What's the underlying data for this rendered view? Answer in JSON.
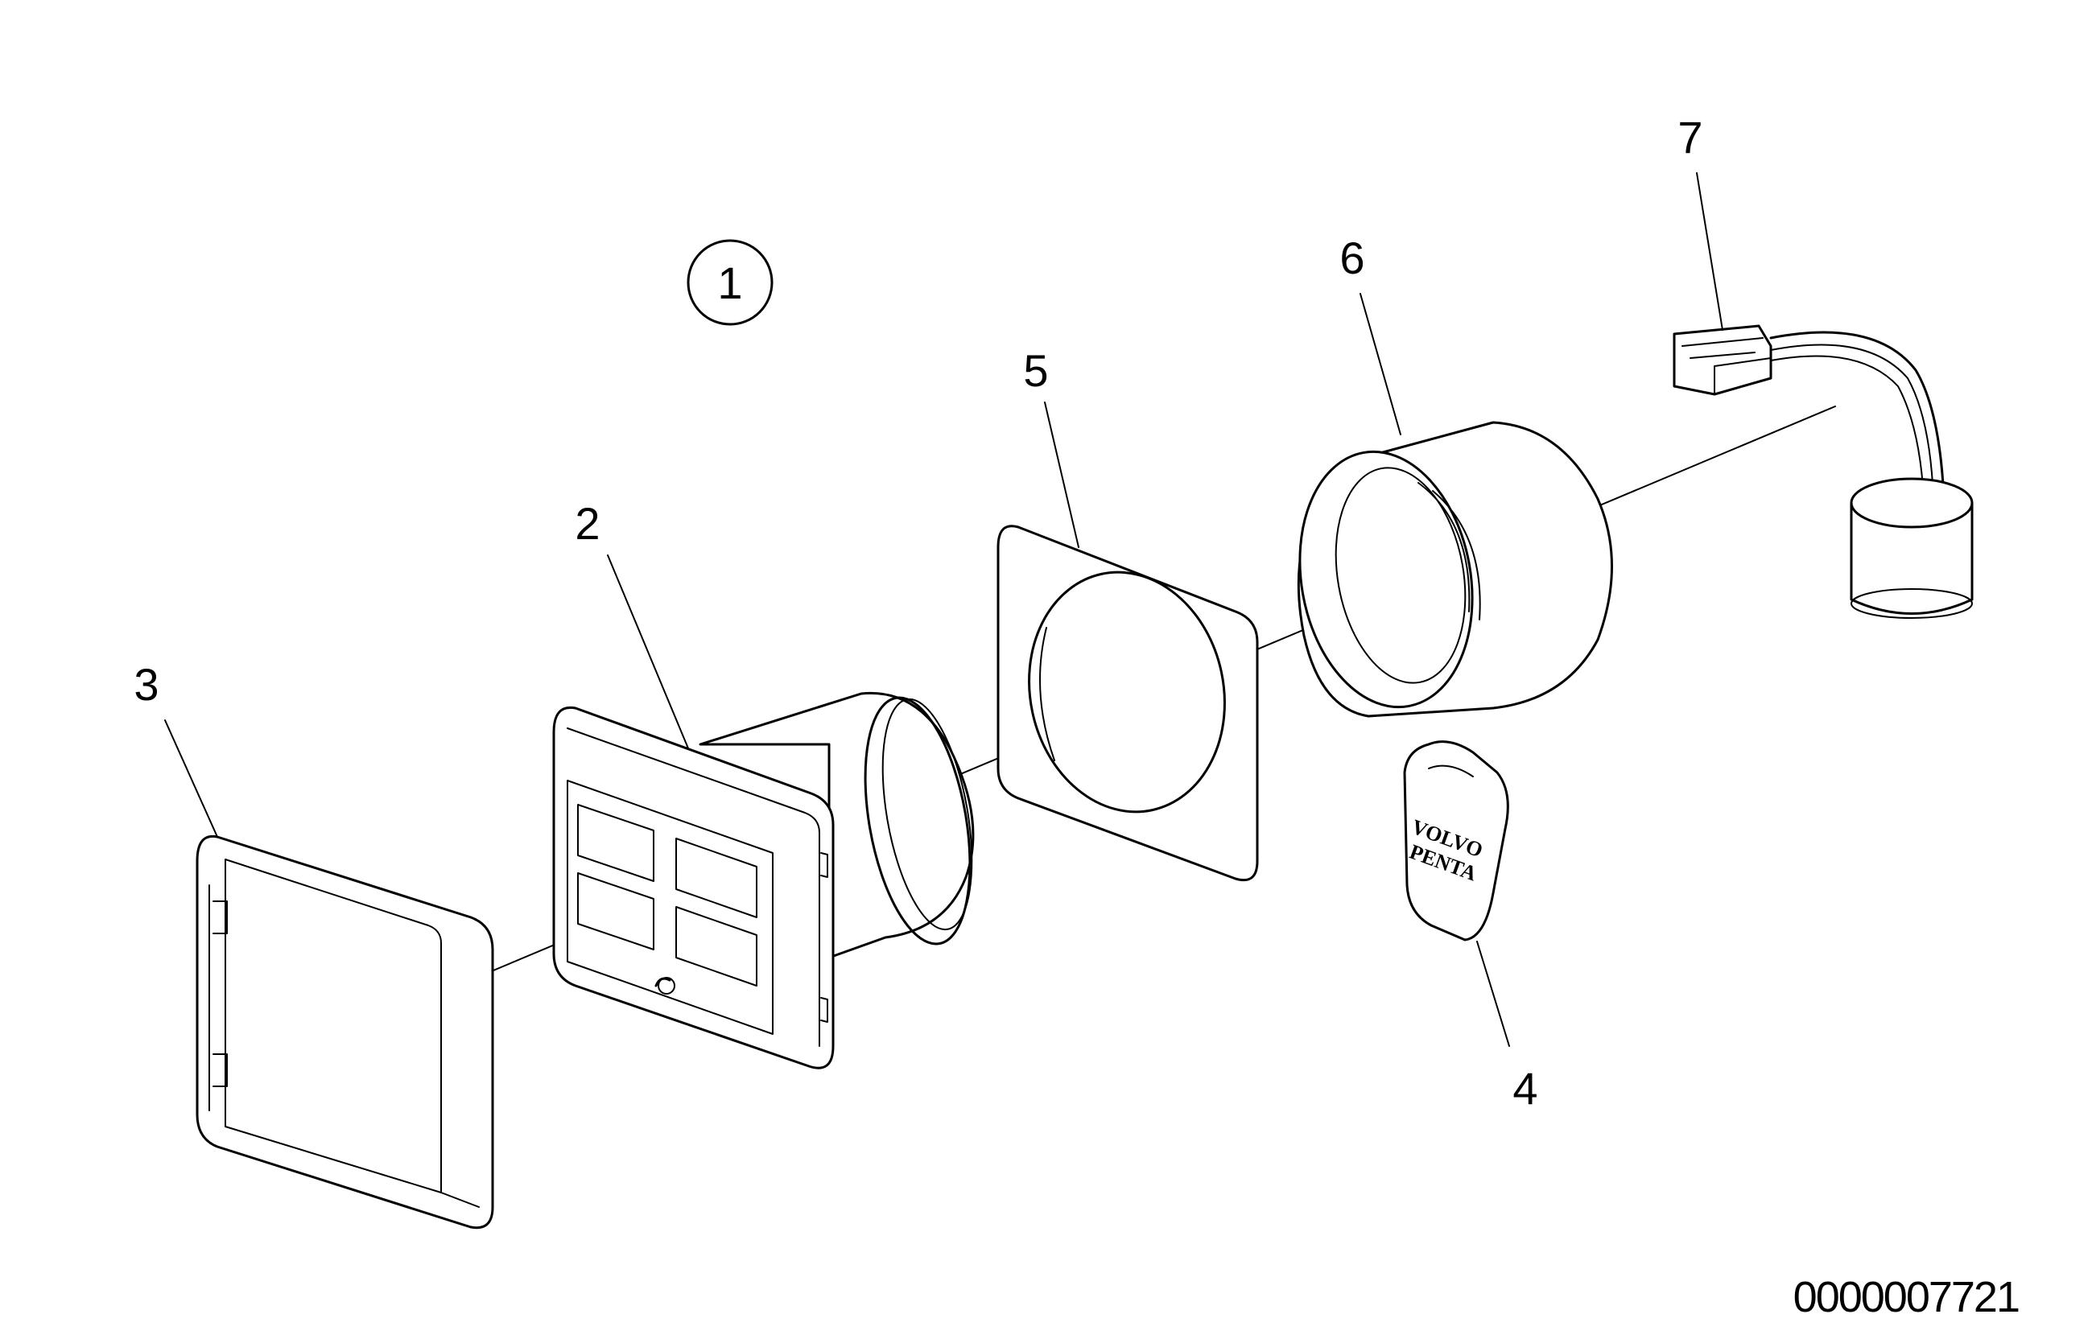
{
  "diagram": {
    "assembly_label": "1",
    "parts": [
      {
        "id": "part-2",
        "label": "2"
      },
      {
        "id": "part-3",
        "label": "3"
      },
      {
        "id": "part-4",
        "label": "4"
      },
      {
        "id": "part-5",
        "label": "5"
      },
      {
        "id": "part-6",
        "label": "6"
      },
      {
        "id": "part-7",
        "label": "7"
      }
    ],
    "drawing_number": "0000007721",
    "logo_text": [
      "VOLVO",
      "PENTA"
    ]
  }
}
